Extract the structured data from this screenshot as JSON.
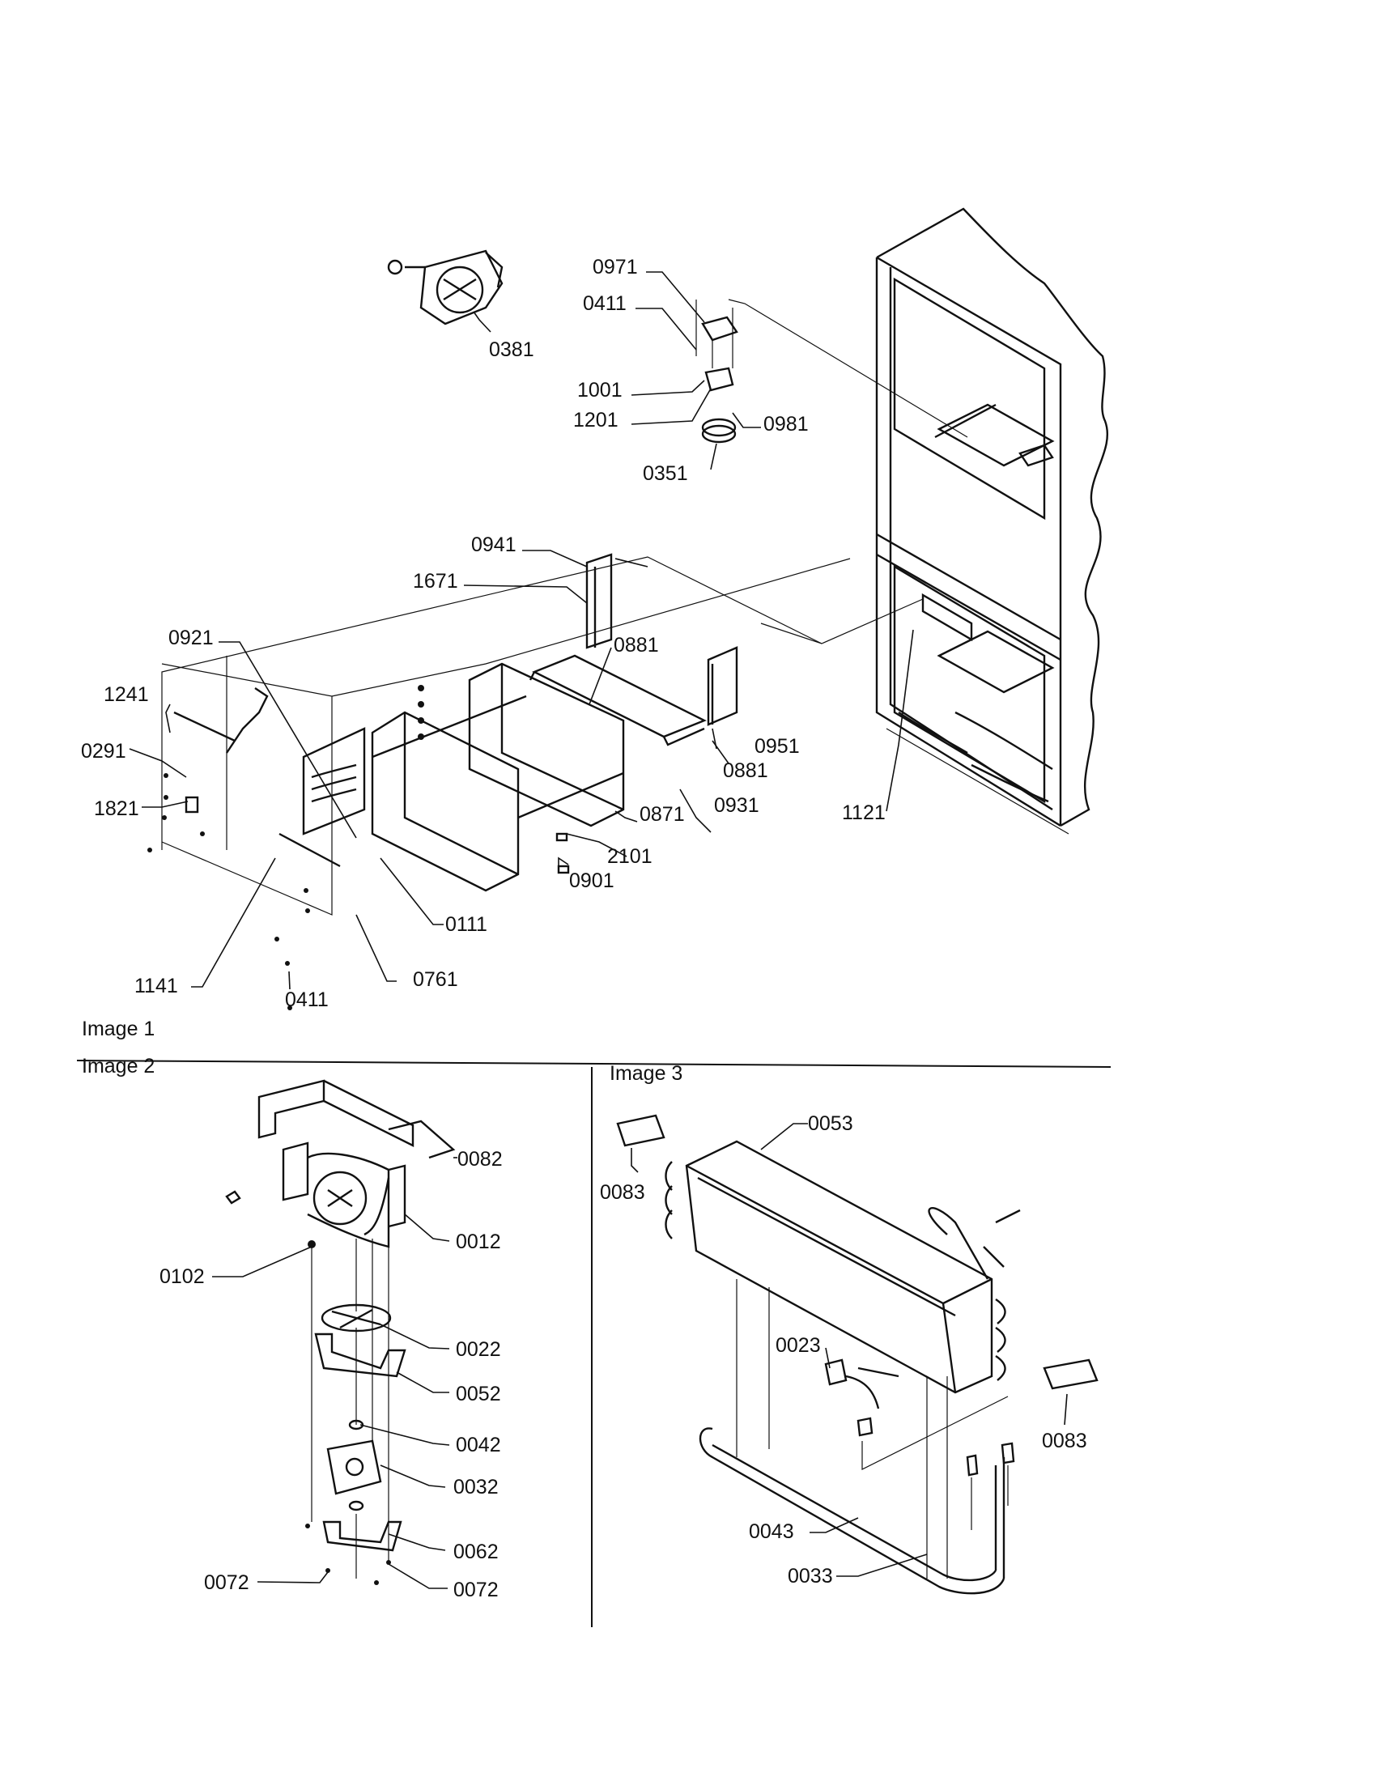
{
  "panels": {
    "image1": {
      "title": "Image 1"
    },
    "image2": {
      "title": "Image 2"
    },
    "image3": {
      "title": "Image 3"
    }
  },
  "callouts": {
    "image1": [
      "0971",
      "0411",
      "1001",
      "1201",
      "0981",
      "0351",
      "0381",
      "0941",
      "1671",
      "0921",
      "0881",
      "1241",
      "0291",
      "1821",
      "0951",
      "0881",
      "0871",
      "0931",
      "1121",
      "2101",
      "0901",
      "0111",
      "1141",
      "0411",
      "0761"
    ],
    "image2": [
      "0082",
      "0012",
      "0102",
      "0022",
      "0052",
      "0042",
      "0032",
      "0062",
      "0072",
      "0072"
    ],
    "image3": [
      "0053",
      "0083",
      "0023",
      "0083",
      "0043",
      "0033"
    ]
  }
}
